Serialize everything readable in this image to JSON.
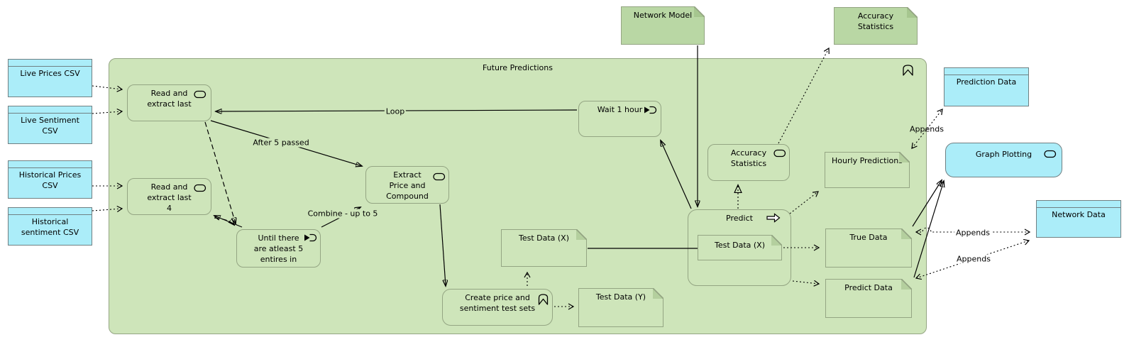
{
  "colors": {
    "page_background": "#ffffff",
    "group_fill": "#cee5ba",
    "group_border": "#94a583",
    "artifact_fill": "#b9d7a4",
    "artifact_fold": "#a6c68f",
    "note_fold": "#b4cf9e",
    "cyan_fill": "#abedf9",
    "cyan_border": "#708083",
    "line": "#000000"
  },
  "icons": {
    "process-oval-icon": "stadium outline",
    "event-icon": "arrowhead entering half-round shape",
    "process-arrow-icon": "hollow right block arrow",
    "collapsed-view-icon": "bookmark chevron outline"
  },
  "container": {
    "label": "Future Predictions"
  },
  "data_objects": {
    "live_prices": {
      "label": "Live Prices CSV"
    },
    "live_sentiment": {
      "label": "Live Sentiment\nCSV"
    },
    "historical_prices": {
      "label": "Historical Prices\nCSV"
    },
    "historical_sentiment": {
      "label": "Historical\nsentiment CSV"
    },
    "prediction_data": {
      "label": "Prediction Data"
    },
    "network_data": {
      "label": "Network Data"
    }
  },
  "functions": {
    "read_extract_last": {
      "label": "Read and\nextract last"
    },
    "read_extract_last_4": {
      "label": "Read and\nextract last\n4"
    },
    "until_entries": {
      "label": "Until there\nare atleast 5\nentires in"
    },
    "extract_price": {
      "label": "Extract\nPrice and\nCompound"
    },
    "wait_1_hour": {
      "label": "Wait 1 hour"
    },
    "accuracy_statistics": {
      "label": "Accuracy\nStatistics"
    },
    "predict": {
      "label": "Predict"
    },
    "create_test_sets": {
      "label": "Create price and\nsentiment test sets"
    },
    "graph_plotting": {
      "label": "Graph Plotting"
    }
  },
  "notes": {
    "network_model": {
      "label": "Network Model"
    },
    "accuracy_statistics": {
      "label": "Accuracy\nStatistics"
    },
    "hourly_predictions": {
      "label": "Hourly Predictions"
    },
    "test_data_x": {
      "label": "Test Data (X)"
    },
    "test_data_x_inner": {
      "label": "Test Data (X)"
    },
    "test_data_y": {
      "label": "Test Data (Y)"
    },
    "true_data": {
      "label": "True Data"
    },
    "predict_data": {
      "label": "Predict Data"
    }
  },
  "edge_labels": {
    "loop": "Loop",
    "after_5_passed": "After 5 passed",
    "combine_up_to_5": "Combine - up to 5",
    "appends_top": "Appends",
    "appends_mid": "Appends",
    "appends_bottom": "Appends"
  }
}
